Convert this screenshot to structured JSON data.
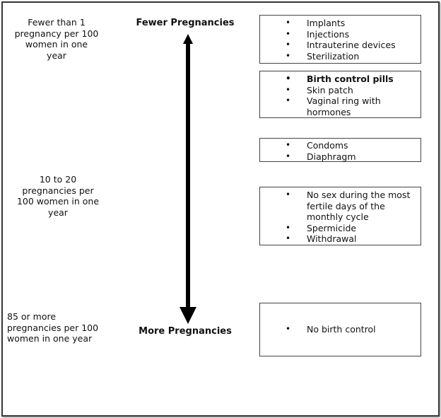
{
  "rates": {
    "top": "Fewer than 1 pregnancy per 100 women in one year",
    "middle": "10 to 20 pregnancies per 100 women in one year",
    "bottom": "85 or more pregnancies per 100 women in one year"
  },
  "axis": {
    "top_label": "Fewer Pregnancies",
    "bottom_label": "More Pregnancies"
  },
  "groups": [
    {
      "items": [
        {
          "label": "Implants",
          "bold": false
        },
        {
          "label": "Injections",
          "bold": false
        },
        {
          "label": "Intrauterine devices",
          "bold": false
        },
        {
          "label": "Sterilization",
          "bold": false
        }
      ]
    },
    {
      "items": [
        {
          "label": "Birth control pills",
          "bold": true
        },
        {
          "label": "Skin patch",
          "bold": false
        },
        {
          "label": "Vaginal ring with hormones",
          "bold": false
        }
      ]
    },
    {
      "items": [
        {
          "label": "Condoms",
          "bold": false
        },
        {
          "label": "Diaphragm",
          "bold": false
        }
      ]
    },
    {
      "items": [
        {
          "label": "No sex during the most fertile days of the monthly cycle",
          "bold": false
        },
        {
          "label": "Spermicide",
          "bold": false
        },
        {
          "label": "Withdrawal",
          "bold": false
        }
      ]
    },
    {
      "items": [
        {
          "label": "No birth control",
          "bold": false
        }
      ]
    }
  ]
}
